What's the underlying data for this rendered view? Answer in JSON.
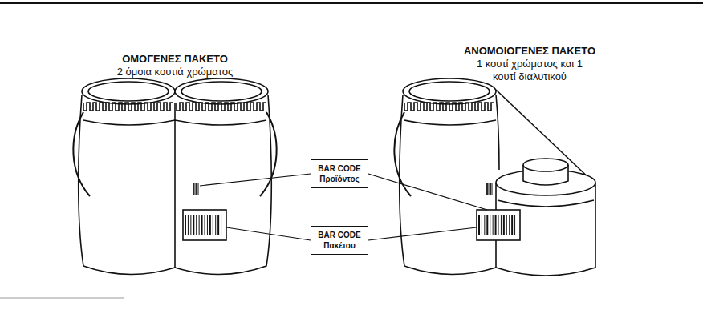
{
  "diagram": {
    "nodes": [
      {
        "text": [
          "BAR CODE Προϊόντος"
        ]
      },
      {
        "text": [
          "BAR CODE Πακέτου"
        ]
      }
    ],
    "labels": [
      "ΟΜΟΓΕΝΕΣ ΠΑΚΕΤΟ",
      "2 όμοια κουτιά χρώματος",
      "ΑΝΟΜΟΙΟΓΕΝΕΣ ΠΑΚΕΤΟ",
      "1 κουτί χρώματος και 1 κουτί διαλυτικού"
    ]
  }
}
